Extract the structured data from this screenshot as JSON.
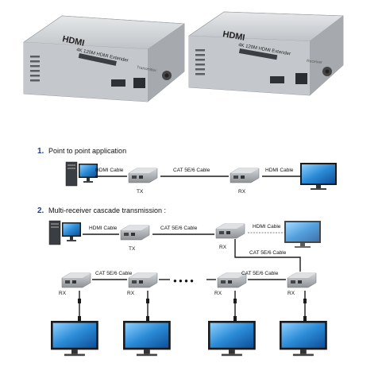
{
  "product": {
    "brand": "HDMI",
    "model": "4K 120M HDMI Extender",
    "transmitter": "Transmitter",
    "receiver": "Receiver"
  },
  "section1": {
    "number": "1.",
    "title": "Point to point application",
    "hdmi_cable_left": "HDMI Cable",
    "cat_cable": "CAT 5E/6 Cable",
    "hdmi_cable_right": "HDMI Cable",
    "tx": "TX",
    "rx": "RX"
  },
  "section2": {
    "number": "2.",
    "title": "Multi-receiver cascade transmission :",
    "hdmi_cable_left": "HDMI Cable",
    "cat_cable_top": "CAT 5E/6 Cable",
    "hdmi_cable_right": "HDMI Cable",
    "cat_cable_down": "CAT 5E/6 Cable",
    "cat_cable_left": "CAT 5E/6 Cable",
    "cat_cable_right": "CAT 5E/6 Cable",
    "tx": "TX",
    "rx_top": "RX",
    "rx_1": "RX",
    "rx_2": "RX",
    "rx_3": "RX",
    "rx_4": "RX",
    "ellipsis": "● ● ● ●"
  },
  "colors": {
    "device_body": "#b9bdc2",
    "device_top": "#d7dadd",
    "screen": "#2b8bd6",
    "cable": "#1b1b1b",
    "accent": "#1d3f8a"
  }
}
